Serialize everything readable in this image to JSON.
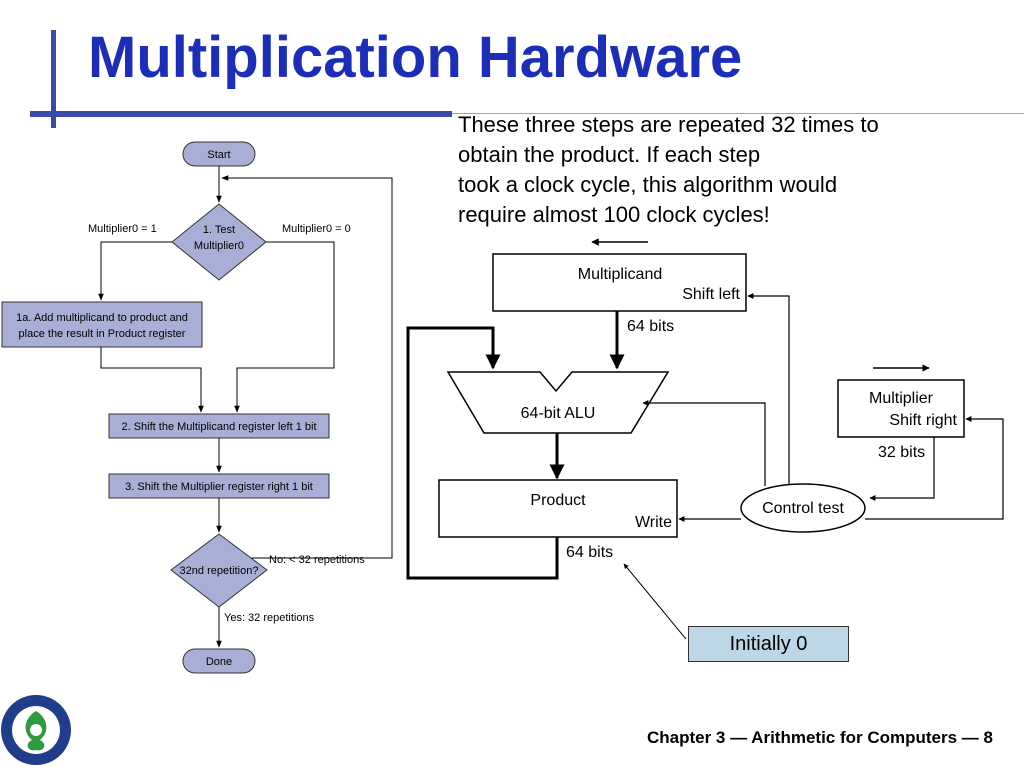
{
  "title": "Multiplication Hardware",
  "note": [
    "These three steps are repeated 32 times to",
    "obtain the product. If each step",
    "took a clock cycle, this algorithm would",
    "require almost 100 clock cycles!"
  ],
  "flowchart": {
    "start": "Start",
    "test_line1": "1.  Test",
    "test_line2": "Multiplier0",
    "branch_left": "Multiplier0 = 1",
    "branch_right": "Multiplier0 = 0",
    "step1a_line1": "1a.  Add multiplicand to product and",
    "step1a_line2": "place the result in Product register",
    "step2": "2.  Shift the Multiplicand register left 1 bit",
    "step3": "3.  Shift the Multiplier register right 1 bit",
    "rep_question": "32nd repetition?",
    "rep_no": "No: < 32 repetitions",
    "rep_yes": "Yes: 32 repetitions",
    "done": "Done"
  },
  "hardware": {
    "multiplicand": "Multiplicand",
    "multiplicand_op": "Shift left",
    "multiplicand_bits": "64 bits",
    "alu": "64-bit ALU",
    "product": "Product",
    "product_op": "Write",
    "product_bits": "64 bits",
    "multiplier": "Multiplier",
    "multiplier_op": "Shift right",
    "multiplier_bits": "32 bits",
    "control": "Control test",
    "initial_note": "Initially 0"
  },
  "footer": "Chapter 3 — Arithmetic for Computers — 8",
  "colors": {
    "title": "#1c2eb8",
    "accent_bar": "#3b4aa8",
    "flowchart_fill": "#a9aed6",
    "callout_fill": "#bed7e6",
    "logo_green": "#2f9a3e",
    "logo_blue": "#1f3d8a"
  }
}
